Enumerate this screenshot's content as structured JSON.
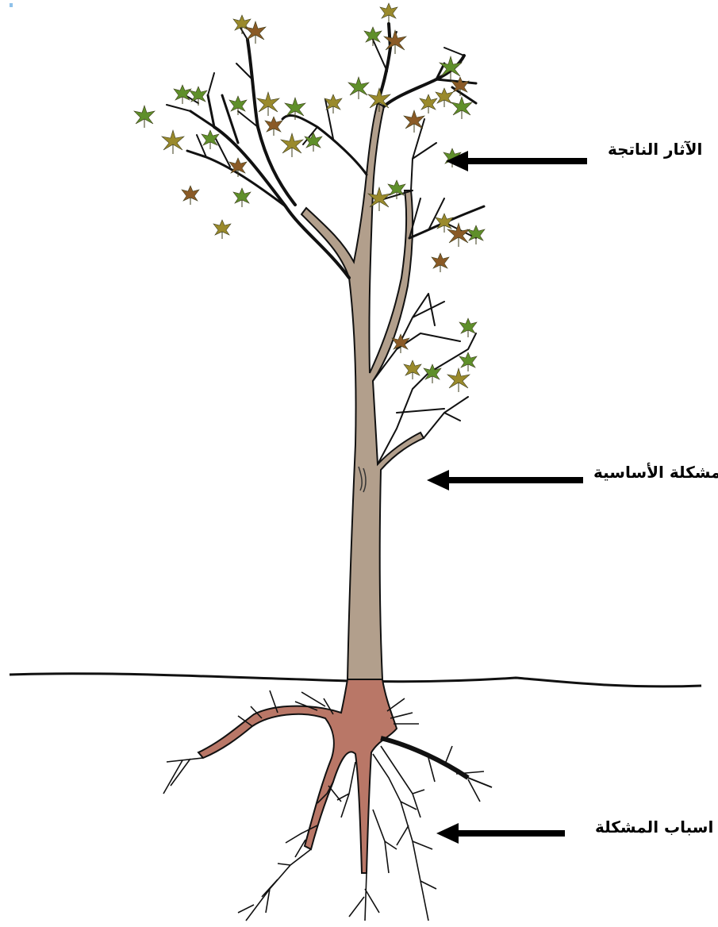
{
  "labels": {
    "effects": "الآثار الناتجة",
    "core_problem": "المشكلة الأساسية",
    "causes": "اسباب المشكلة"
  },
  "colors": {
    "trunk": "#b29f8c",
    "roots": "#b97767",
    "outline": "#111111",
    "leaf_green": "#5f8f2a",
    "leaf_olive": "#9a8a2c",
    "leaf_brown": "#8a5a26",
    "arrow": "#000000"
  }
}
